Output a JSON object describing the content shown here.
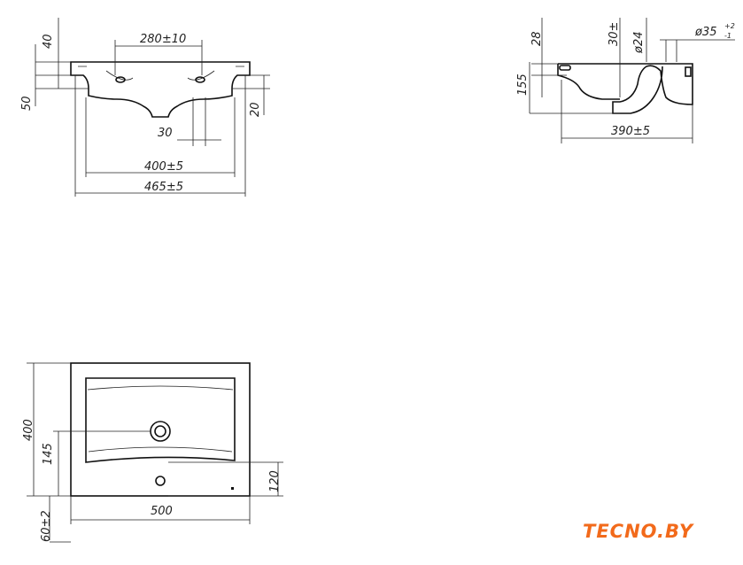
{
  "front_view": {
    "dims": {
      "top_height": "40",
      "slab": "50",
      "side": "20",
      "hole_spacing": "280±10",
      "hole_offset": "30",
      "inner_width": "400±5",
      "outer_width": "465±5"
    }
  },
  "side_view": {
    "dims": {
      "rim": "28",
      "drain_depth": "30±",
      "drain_dia": "ø24",
      "tap_dia": "ø35",
      "tap_tol_plus": "+2",
      "tap_tol_minus": "-1",
      "height": "155",
      "depth": "390±5"
    }
  },
  "top_view": {
    "dims": {
      "depth": "400",
      "drain_pos": "145",
      "tap_pos": "120",
      "width": "500",
      "mount": "60±2"
    }
  },
  "logo": {
    "text": "TECNO.BY",
    "color": "#f26a1b"
  }
}
